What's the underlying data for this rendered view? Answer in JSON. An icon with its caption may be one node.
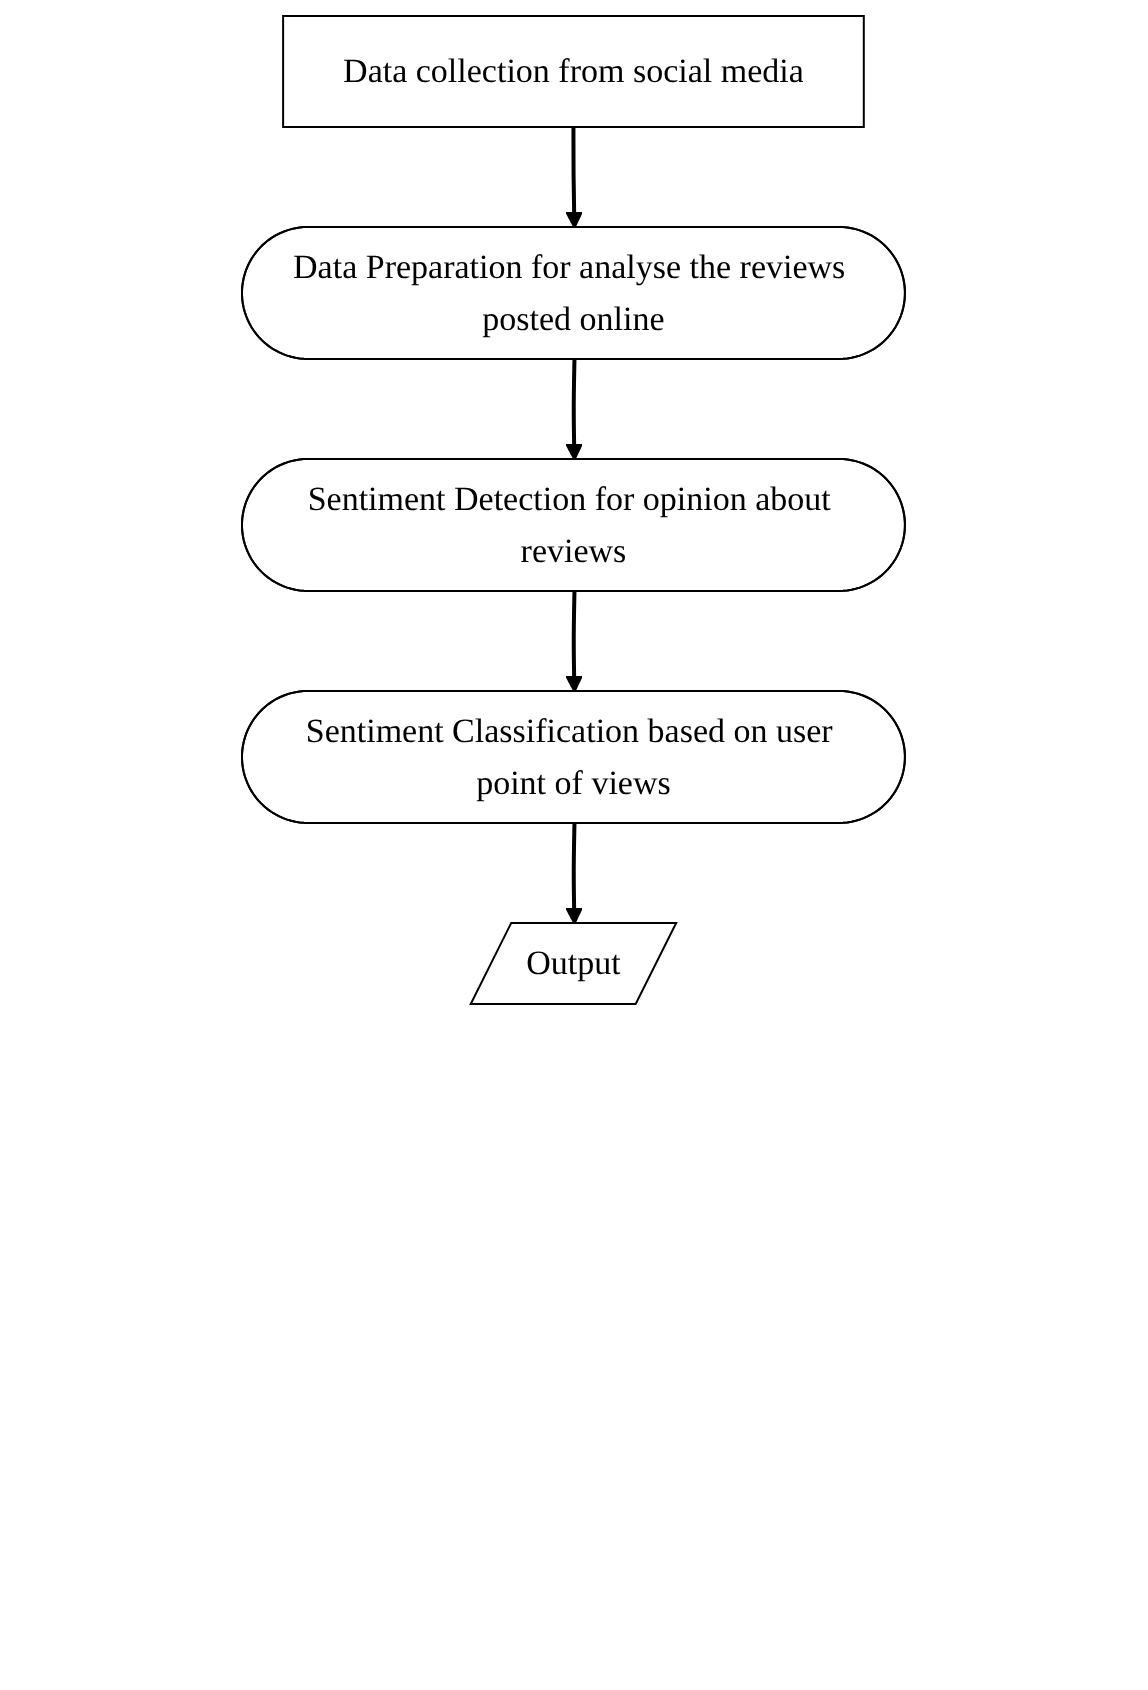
{
  "diagram": {
    "nodes": [
      {
        "text": [
          "Data collection from social media"
        ]
      },
      {
        "text": [
          "Data Preparation for analyse the reviews posted online"
        ]
      },
      {
        "text": [
          "Sentiment Detection for opinion about reviews"
        ]
      },
      {
        "text": [
          "Sentiment Classification based on user point of views"
        ]
      },
      {
        "text": [
          "Output"
        ]
      }
    ],
    "edges": [
      {
        "from": 0,
        "to": 1,
        "arrow": "to"
      },
      {
        "from": 1,
        "to": 2,
        "arrow": "to"
      },
      {
        "from": 2,
        "to": 3,
        "arrow": "to"
      },
      {
        "from": 3,
        "to": 4,
        "arrow": "to"
      }
    ]
  }
}
